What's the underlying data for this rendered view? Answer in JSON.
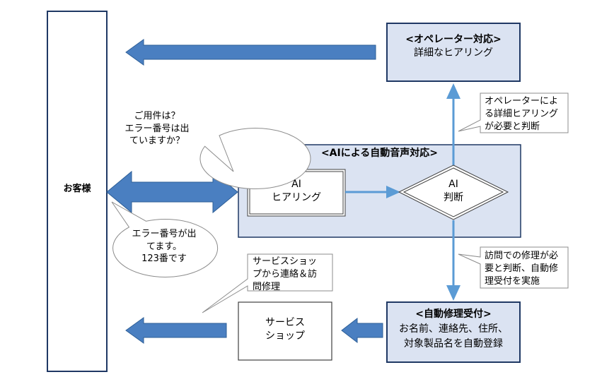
{
  "customer": {
    "label": "お客様"
  },
  "operator": {
    "title": "<オペレーター対応>",
    "body": "詳細なヒアリング"
  },
  "ai_system": {
    "title": "<AIによる自動音声対応>"
  },
  "ai_hearing": {
    "line1": "AI",
    "line2": "ヒアリング"
  },
  "ai_decision": {
    "line1": "AI",
    "line2": "判断"
  },
  "auto_repair": {
    "title": "<自動修理受付>",
    "line1": "お名前、連絡先、住所、",
    "line2": "対象製品名を自動登録"
  },
  "service_shop": {
    "line1": "サービス",
    "line2": "ショップ"
  },
  "bubble_question": {
    "line1": "ご用件は？",
    "line2": "エラー番号は出",
    "line3": "ていますか？"
  },
  "bubble_answer": {
    "line1": "エラー番号が出",
    "line2": "てます。",
    "line3": "123番です"
  },
  "note_operator": {
    "line1": "オペレーターによ",
    "line2": "る詳細ヒアリング",
    "line3": "が必要と判断"
  },
  "note_repair": {
    "line1": "訪問での修理が必",
    "line2": "要と判断、自動修",
    "line3": "理受付を実施"
  },
  "note_shop": {
    "line1": "サービスショッ",
    "line2": "プから連絡＆訪",
    "line3": "問修理"
  },
  "colors": {
    "box_fill": "#dbe3f2",
    "box_border": "#1f3864",
    "arrow": "#4a7fc1",
    "connector": "#5b9bd5",
    "callout_border": "#8c8c8c"
  }
}
